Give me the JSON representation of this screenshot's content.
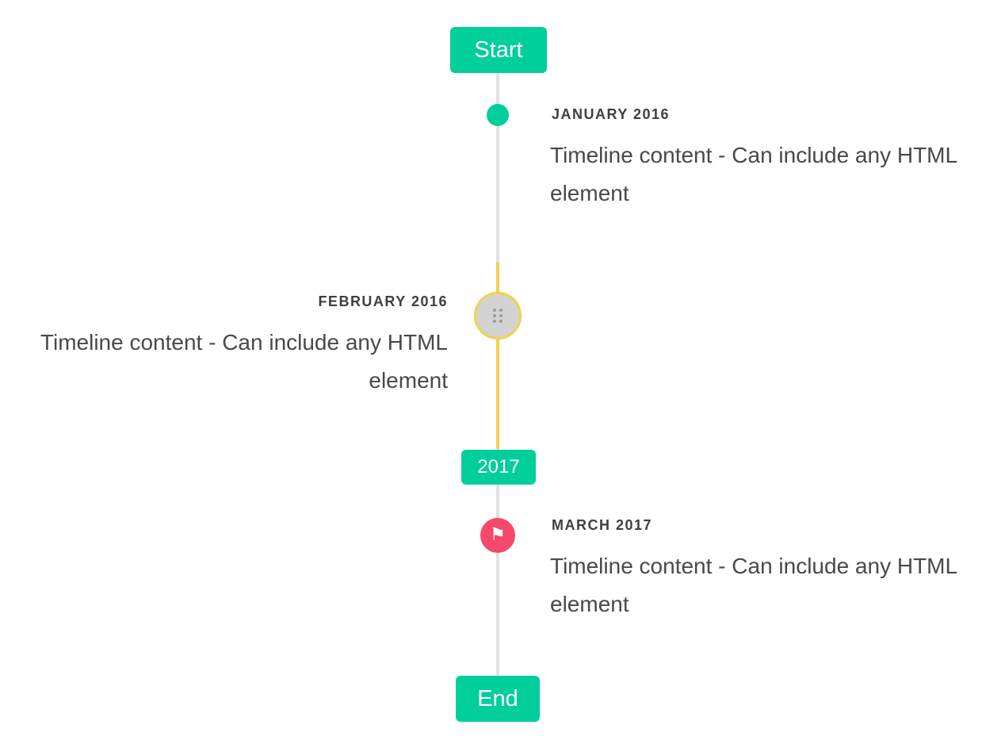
{
  "timeline": {
    "start_label": "Start",
    "year_badge": "2017",
    "end_label": "End",
    "items": [
      {
        "title": "JANUARY 2016",
        "content": "Timeline content - Can include any HTML element",
        "side": "right",
        "marker": "dot"
      },
      {
        "title": "FEBRUARY 2016",
        "content": "Timeline content - Can include any HTML element",
        "side": "left",
        "marker": "drag-handle"
      },
      {
        "title": "MARCH 2017",
        "content": "Timeline content - Can include any HTML element",
        "side": "right",
        "marker": "flag"
      }
    ]
  },
  "colors": {
    "accent": "#00CE9B",
    "line": "#E2E2E2",
    "highlight": "#F0D152",
    "marker_gray": "#D3D3D3",
    "dot_gray": "#9A9A9A",
    "flag_red": "#F5496B",
    "title_text": "#3E3E44",
    "content_text": "#48484E"
  }
}
